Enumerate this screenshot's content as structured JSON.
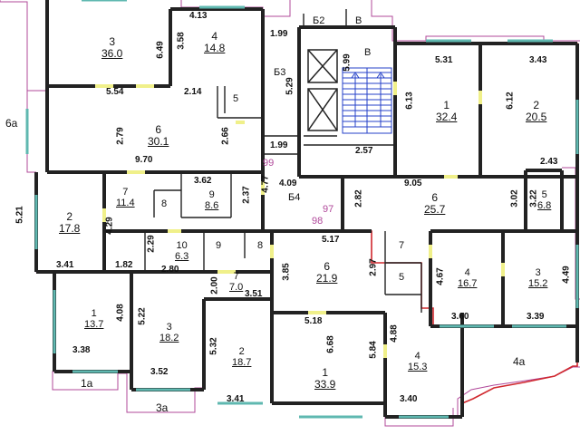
{
  "rooms": [
    {
      "id": "r3_top",
      "num": "3",
      "area": "36.0"
    },
    {
      "id": "r4_top",
      "num": "4",
      "area": "14.8"
    },
    {
      "id": "r6_left",
      "num": "6",
      "area": "30.1"
    },
    {
      "id": "r2_left",
      "num": "2",
      "area": "17.8"
    },
    {
      "id": "r7_left",
      "num": "7",
      "area": "11.4"
    },
    {
      "id": "r9",
      "num": "9",
      "area": "8.6"
    },
    {
      "id": "r10",
      "num": "10",
      "area": "6.3"
    },
    {
      "id": "r1_left",
      "num": "1",
      "area": "13.7"
    },
    {
      "id": "r3_mid",
      "num": "3",
      "area": "18.2"
    },
    {
      "id": "r2_mid",
      "num": "2",
      "area": "18.7"
    },
    {
      "id": "r7_mid",
      "num": "7",
      "area": "7.0"
    },
    {
      "id": "r6_mid",
      "num": "6",
      "area": "21.9"
    },
    {
      "id": "r1_mid",
      "num": "1",
      "area": "33.9"
    },
    {
      "id": "r4_mid",
      "num": "4",
      "area": "15.3"
    },
    {
      "id": "r1_right",
      "num": "1",
      "area": "32.4"
    },
    {
      "id": "r2_right",
      "num": "2",
      "area": "20.5"
    },
    {
      "id": "r6_right",
      "num": "6",
      "area": "25.7"
    },
    {
      "id": "r5_right",
      "num": "5",
      "area": "6.8"
    },
    {
      "id": "r4_right",
      "num": "4",
      "area": "16.7"
    },
    {
      "id": "r3_right",
      "num": "3",
      "area": "15.2"
    }
  ],
  "small_rooms": [
    "5",
    "8",
    "9",
    "8",
    "7",
    "5",
    "В",
    "В",
    "Б2",
    "Б3",
    "Б4"
  ],
  "balconies": [
    "6а",
    "1а",
    "3а",
    "4а"
  ],
  "markers": [
    "99",
    "97",
    "98"
  ],
  "dims": [
    "4.13",
    "3.58",
    "6.49",
    "1.99",
    "5.29",
    "5.99",
    "5.31",
    "3.43",
    "6.13",
    "6.12",
    "5.54",
    "2.14",
    "2.79",
    "2.66",
    "1.99",
    "2.57",
    "9.70",
    "2.43",
    "3.62",
    "2.37",
    "4.77",
    "4.09",
    "9.05",
    "2.82",
    "3.02",
    "3.22",
    "5.21",
    "4.29",
    "2.29",
    "2.80",
    "1.82",
    "3.41",
    "5.17",
    "2.00",
    "3.51",
    "3.85",
    "2.97",
    "4.67",
    "4.49",
    "4.08",
    "5.22",
    "5.32",
    "5.18",
    "6.68",
    "5.84",
    "4.88",
    "3.60",
    "3.39",
    "3.38",
    "3.52",
    "3.41",
    "3.40"
  ],
  "colors": {
    "wall": "#222222",
    "outline": "#b0489a",
    "highlight": "#d0282e",
    "window": "#5fb8b0",
    "door": "#f0f08a",
    "stair": "#2540c8"
  }
}
